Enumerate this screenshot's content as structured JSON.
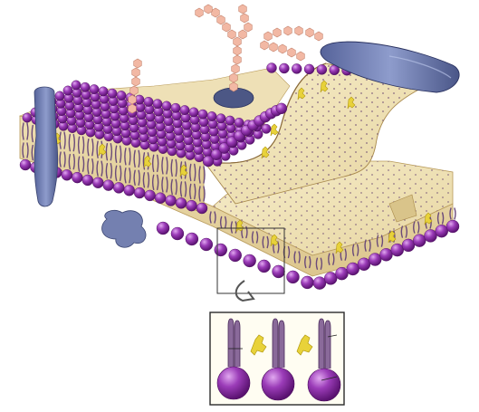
{
  "diagram": {
    "subject": "cell-membrane-fluid-mosaic",
    "colors": {
      "phospholipid_head": "#7a2196",
      "phospholipid_head_highlight": "#c67be0",
      "lipid_tail": "#6a4a7a",
      "membrane_interior": "#f2e6c2",
      "membrane_section": "#eadba9",
      "peripheral_protein": "#4c5785",
      "integral_protein": "#7c8bbd",
      "carbohydrate_chain": "#f2b8a4",
      "cholesterol": "#e8d23a",
      "inset_border": "#2a2a2a",
      "inset_background": "#fffdf2"
    },
    "components": [
      "phospholipid-head",
      "lipid-tail",
      "integral-protein",
      "peripheral-protein",
      "glycoprotein-carbohydrate-chain",
      "cholesterol",
      "inset-phospholipid-detail"
    ]
  }
}
